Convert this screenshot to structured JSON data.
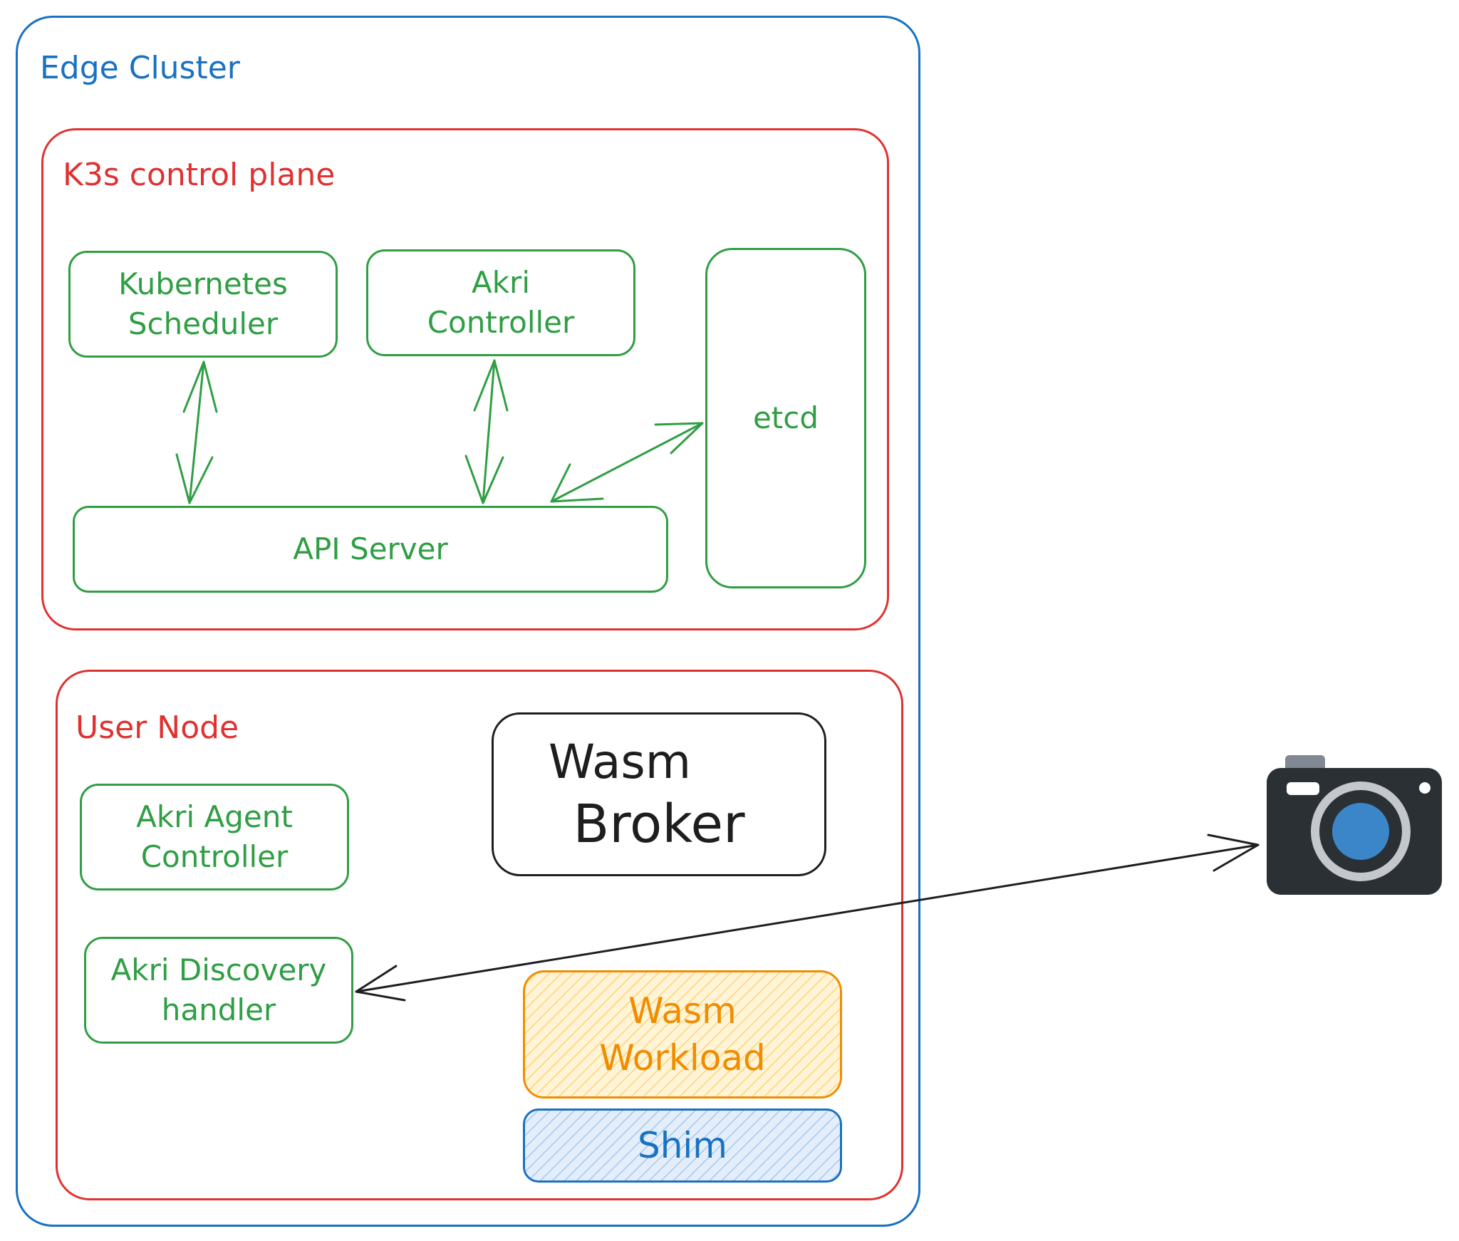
{
  "edge_cluster": {
    "title": "Edge Cluster"
  },
  "control_plane": {
    "title": "K3s control plane",
    "scheduler": {
      "line1": "Kubernetes",
      "line2": "Scheduler"
    },
    "akri_controller": {
      "line1": "Akri",
      "line2": "Controller"
    },
    "etcd": {
      "label": "etcd"
    },
    "api_server": {
      "label": "API Server"
    }
  },
  "user_node": {
    "title": "User Node",
    "agent": {
      "line1": "Akri Agent",
      "line2": "Controller"
    },
    "discovery": {
      "line1": "Akri Discovery",
      "line2": "handler"
    },
    "broker": {
      "line1": "Wasm",
      "line2": "Broker"
    },
    "workload": {
      "line1": "Wasm",
      "line2": "Workload"
    },
    "shim": {
      "label": "Shim"
    }
  },
  "device": {
    "icon": "camera-icon"
  },
  "colors": {
    "blue": "#1971c2",
    "red": "#e03131",
    "green": "#2f9e44",
    "orange": "#f08c00",
    "black": "#1e1e1e"
  }
}
